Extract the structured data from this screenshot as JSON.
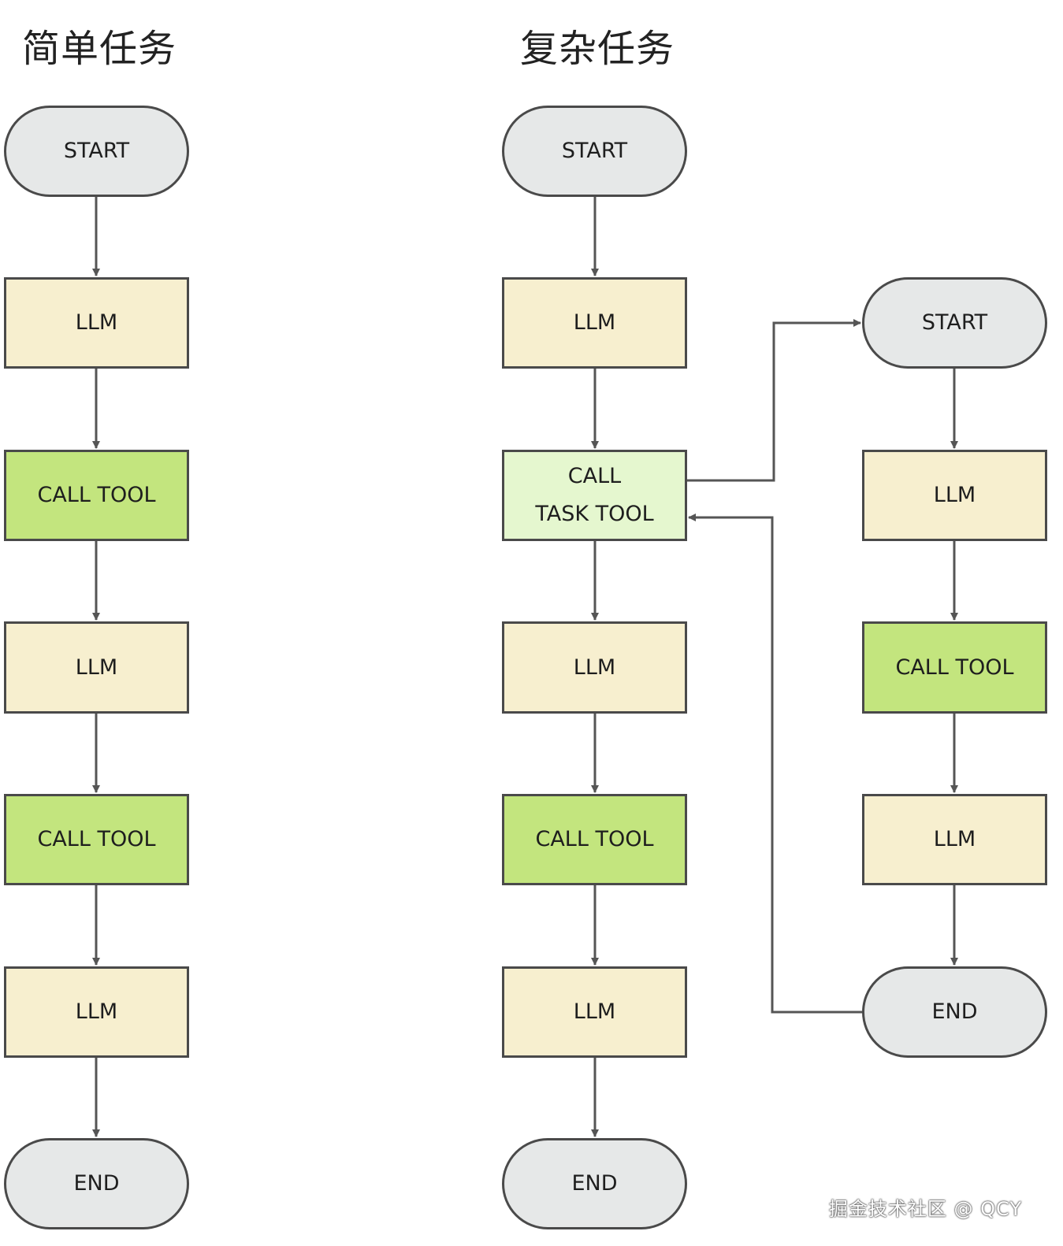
{
  "titles": {
    "simple": "简单任务",
    "complex": "复杂任务"
  },
  "simple_flow": [
    "START",
    "LLM",
    "CALL TOOL",
    "LLM",
    "CALL TOOL",
    "LLM",
    "END"
  ],
  "complex_flow": [
    "START",
    "LLM",
    "CALL",
    "TASK TOOL",
    "LLM",
    "CALL TOOL",
    "LLM",
    "END"
  ],
  "sub_flow": [
    "START",
    "LLM",
    "CALL TOOL",
    "LLM",
    "END"
  ],
  "watermark": "掘金技术社区 @ QCY",
  "colors": {
    "terminal": "#e6e8e8",
    "llm": "#f7efcf",
    "call_tool": "#c3e57e",
    "task_tool": "#e5f7cf",
    "border": "#4a4a4a"
  }
}
